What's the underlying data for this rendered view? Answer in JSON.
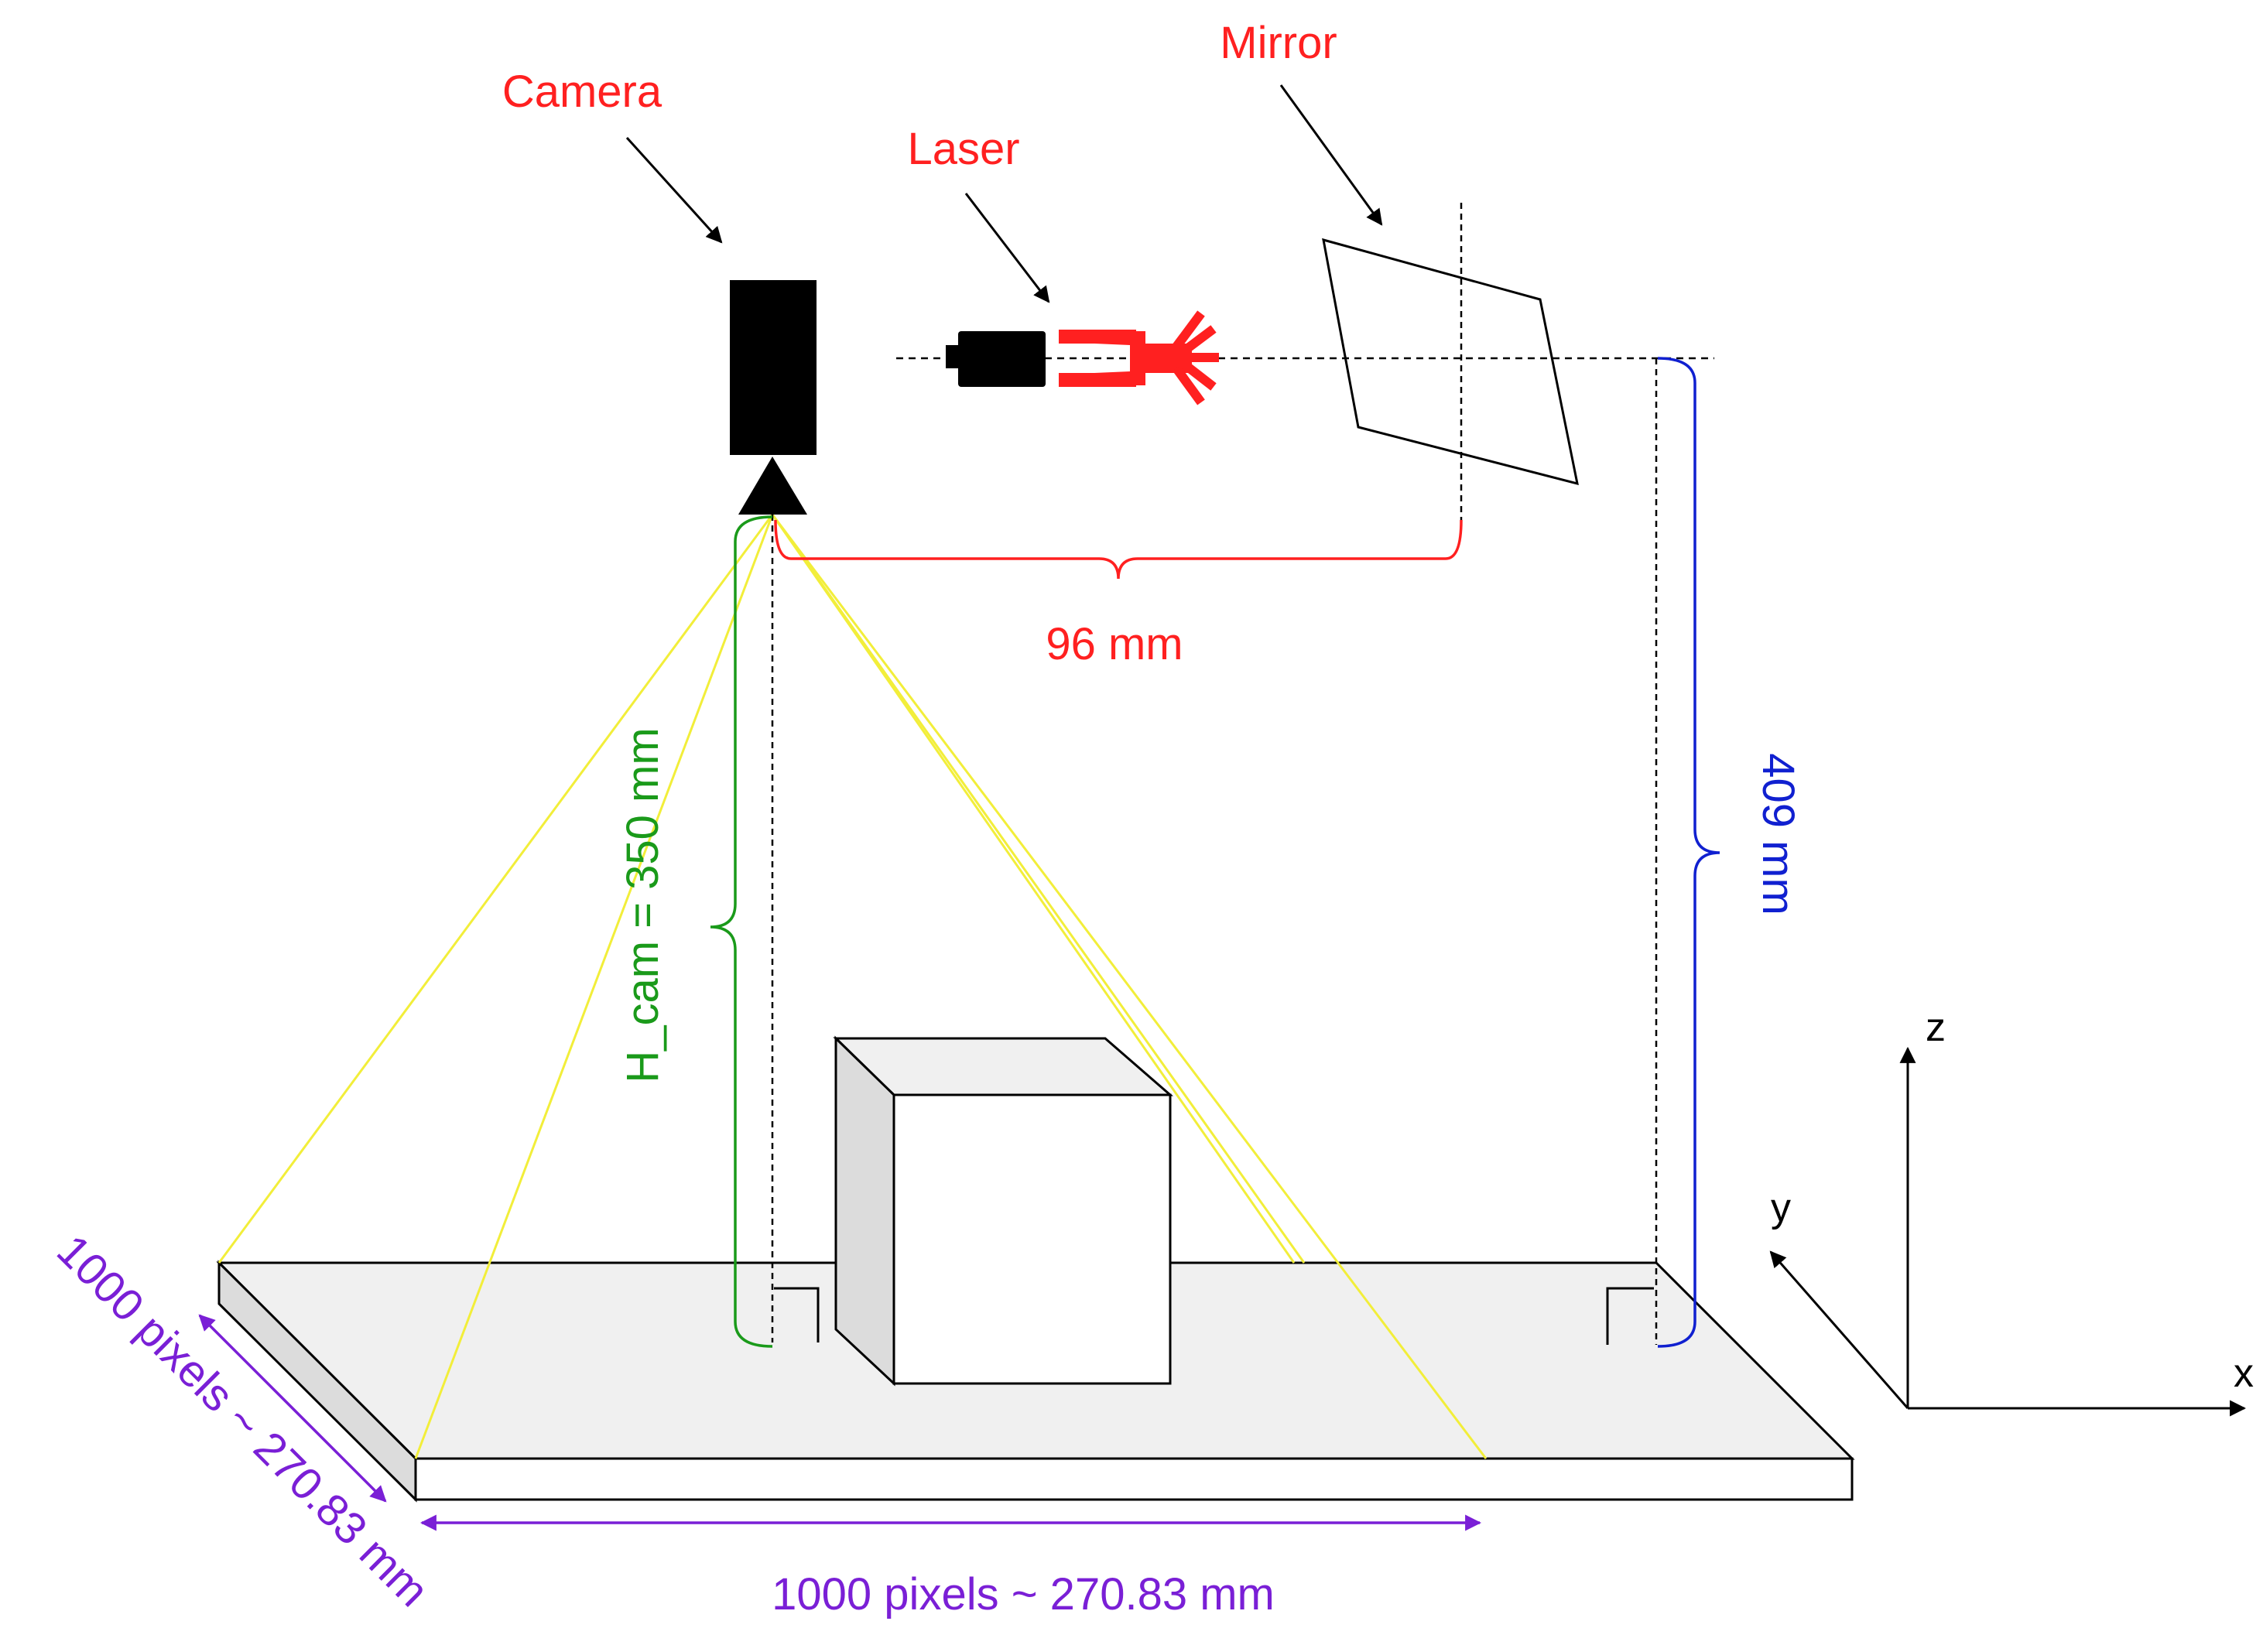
{
  "labels": {
    "camera": "Camera",
    "laser": "Laser",
    "mirror": "Mirror",
    "camera_mirror_distance": "96 mm",
    "camera_height": "H_cam = 350 mm",
    "mirror_height": "409 mm",
    "width_measure": "1000 pixels ~ 270.83 mm",
    "depth_measure": "1000 pixels ~ 270.83 mm"
  },
  "axes": {
    "x": "x",
    "y": "y",
    "z": "z"
  },
  "colors": {
    "callout": "#ff2020",
    "camera_height": "#1a9a1a",
    "mirror_height": "#1020d0",
    "measure": "#7a1fd6",
    "field_of_view": "#f2ee3a",
    "platform_top": "#f0f0f0",
    "platform_side": "#dcdcdc",
    "ink": "#000000"
  },
  "icons": [
    "camera-body-icon",
    "camera-lens-icon",
    "laser-icon",
    "laser-beam-icon",
    "mirror-icon",
    "cube-object-icon"
  ]
}
